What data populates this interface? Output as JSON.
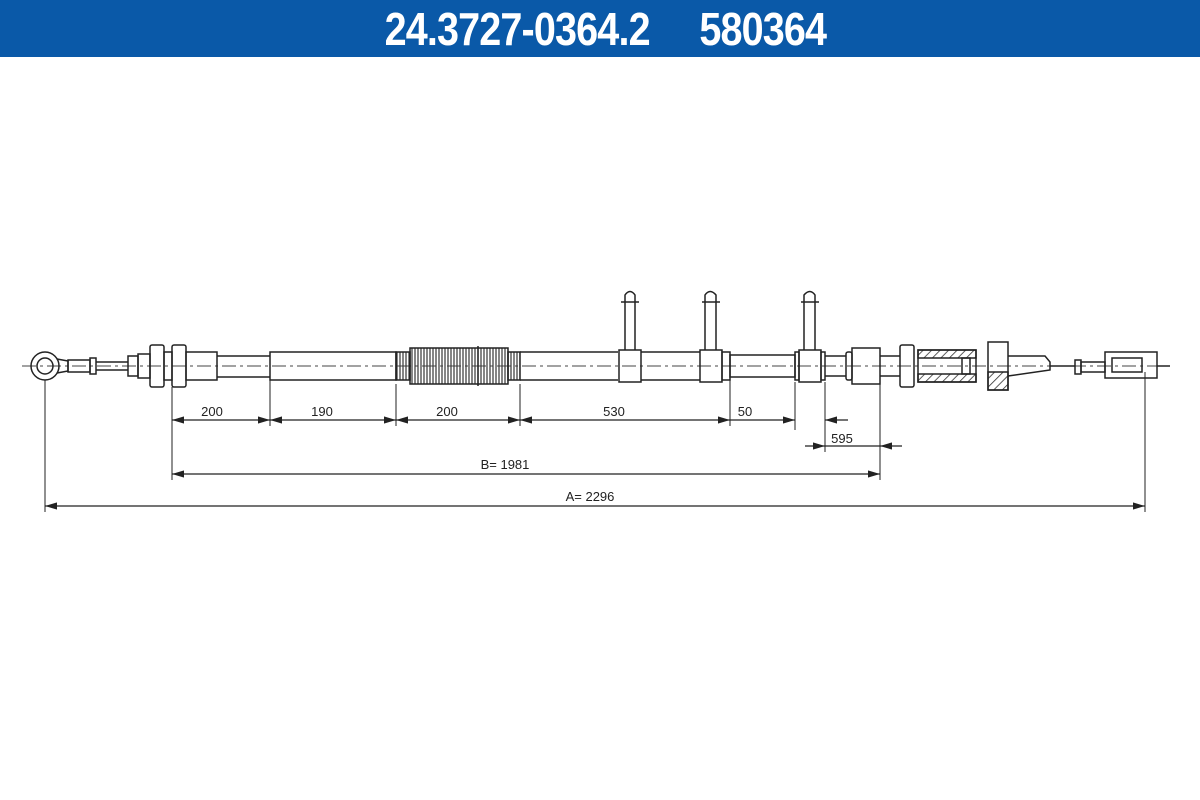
{
  "header": {
    "part_number": "24.3727-0364.2",
    "ref_number": "580364",
    "background": "#0a59a8"
  },
  "drawing": {
    "type": "brake cable technical drawing",
    "dimensions": {
      "seg1": "200",
      "seg2": "190",
      "seg3": "200",
      "seg4": "530",
      "seg5": "50",
      "seg6": "595",
      "B": "B= 1981",
      "A": "A= 2296"
    }
  }
}
